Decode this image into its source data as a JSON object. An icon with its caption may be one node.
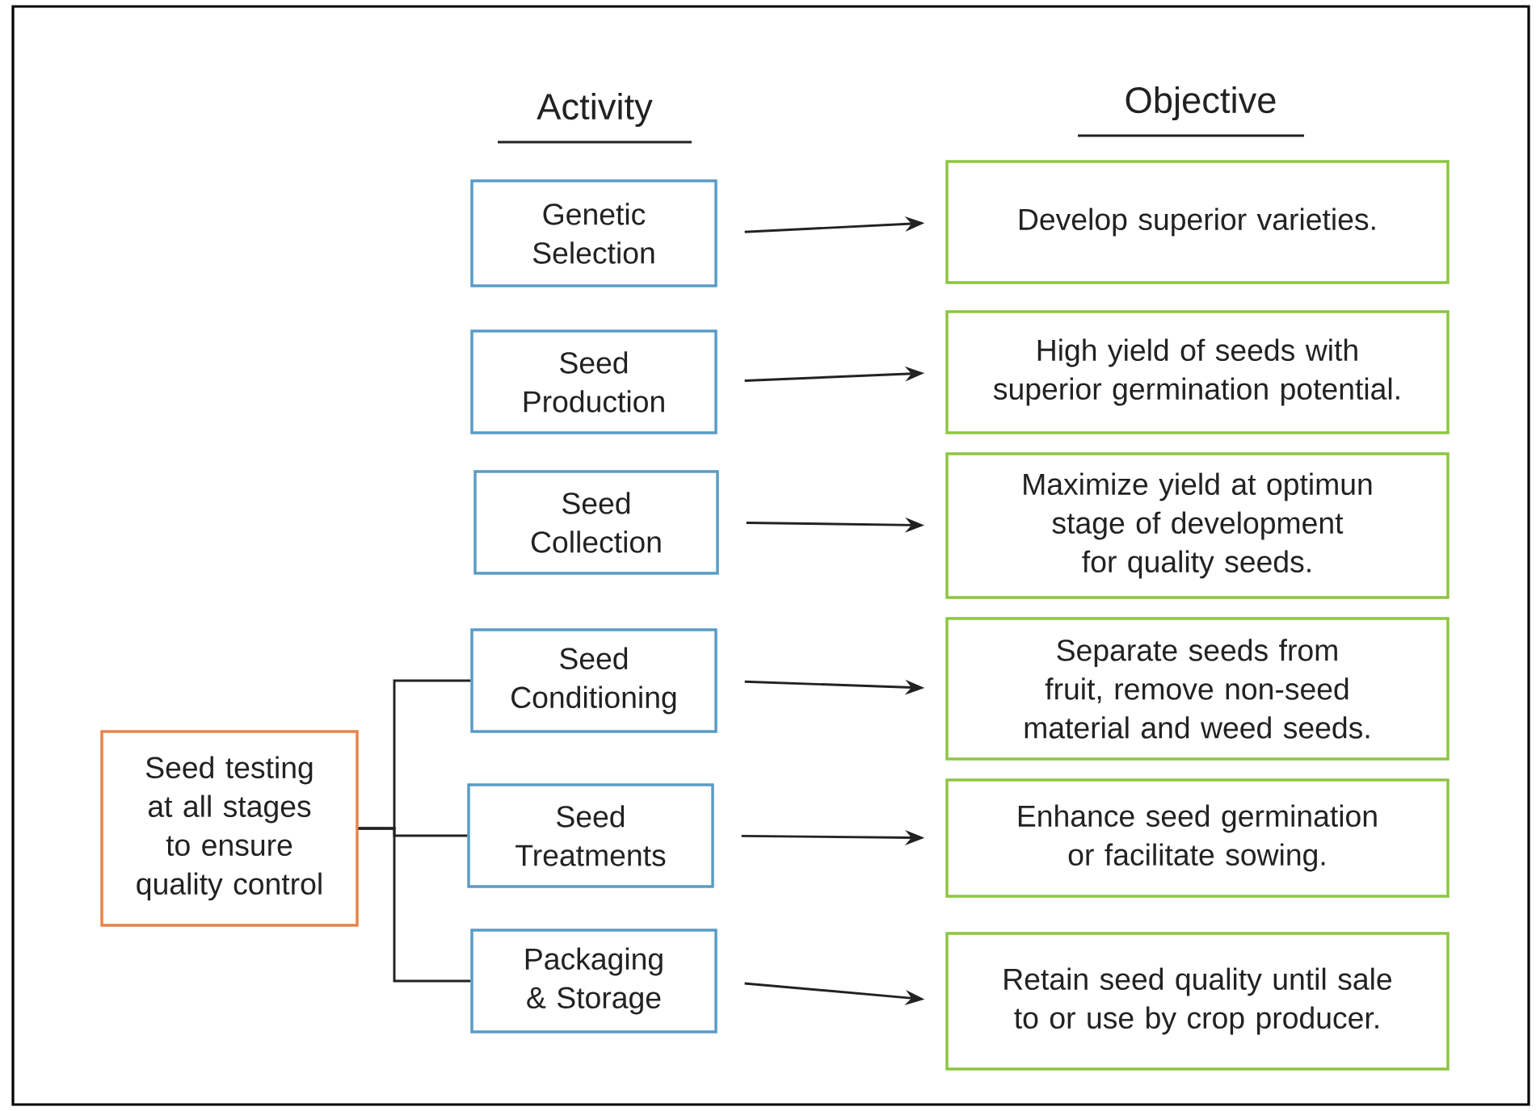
{
  "diagram": {
    "nodes": [
      {
        "text": [
          "Genetic Selection"
        ]
      },
      {
        "text": [
          "Seed Production"
        ]
      },
      {
        "text": [
          "Seed Collection"
        ]
      },
      {
        "text": [
          "Seed Conditioning"
        ]
      },
      {
        "text": [
          "Seed Treatments"
        ]
      },
      {
        "text": [
          "Packaging & Storage"
        ]
      },
      {
        "text": [
          "Develop superior varieties."
        ]
      },
      {
        "text": [
          "High yield of seeds with superior germination potential."
        ]
      },
      {
        "text": [
          "Maximize yield at optimun stage of development for quality seeds."
        ]
      },
      {
        "text": [
          "Separate seeds from fruit, remove non-seed material and weed seeds."
        ]
      },
      {
        "text": [
          "Enhance seed germination or facilitate sowing."
        ]
      },
      {
        "text": [
          "Retain seed quality until sale to or use by crop producer."
        ]
      },
      {
        "text": [
          "Seed testing at all stages to ensure quality control"
        ]
      }
    ],
    "edges": [
      {
        "from": 0,
        "to": 6,
        "arrow": "to"
      },
      {
        "from": 1,
        "to": 7,
        "arrow": "to"
      },
      {
        "from": 2,
        "to": 8,
        "arrow": "to"
      },
      {
        "from": 3,
        "to": 9,
        "arrow": "to"
      },
      {
        "from": 4,
        "to": 10,
        "arrow": "to"
      },
      {
        "from": 5,
        "to": 11,
        "arrow": "to"
      },
      {
        "from": 12,
        "to": 3,
        "arrow": "none"
      },
      {
        "from": 12,
        "to": 4,
        "arrow": "none"
      },
      {
        "from": 12,
        "to": 5,
        "arrow": "none"
      }
    ],
    "labels": [
      "Activity",
      "Objective"
    ]
  }
}
